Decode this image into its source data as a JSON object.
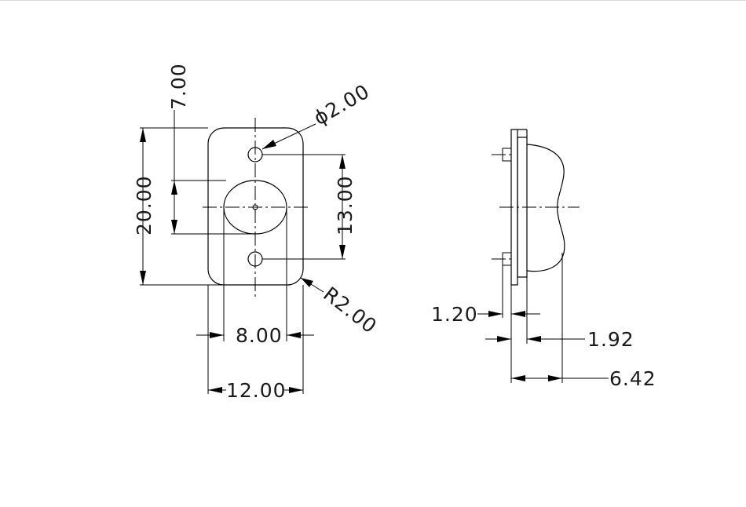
{
  "front_view": {
    "height_total": "20.00",
    "offset_top": "7.00",
    "hole_diameter": "ϕ2.00",
    "hole_spacing": "13.00",
    "corner_radius": "R2.00",
    "inner_width": "8.00",
    "outer_width": "12.00"
  },
  "side_view": {
    "plate_thickness": "1.20",
    "boss_width": "1.92",
    "total_depth": "6.42"
  },
  "colors": {
    "line": "#000000",
    "background": "#ffffff"
  }
}
